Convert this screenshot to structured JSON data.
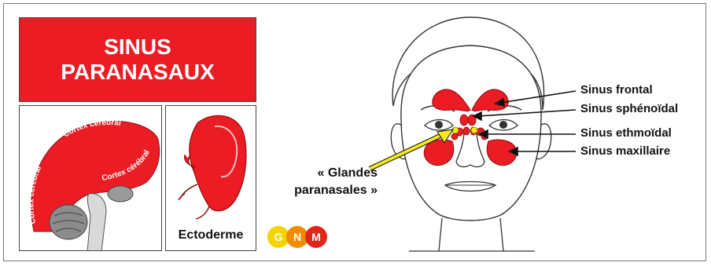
{
  "title": {
    "line1": "SINUS",
    "line2": "PARANASAUX"
  },
  "brain_panel": {
    "cortex_labels": [
      "Cortex cérébral",
      "Cortex cérébral",
      "Cortex cérébral"
    ]
  },
  "embryo_panel": {
    "label": "Ectoderme"
  },
  "face_labels": {
    "frontal": "Sinus frontal",
    "sphenoidal": "Sinus sphénoïdal",
    "ethmoidal": "Sinus ethmoïdal",
    "maxillary": "Sinus maxillaire"
  },
  "glandes": {
    "line1": "« Glandes",
    "line2": "paranasales »"
  },
  "logo": {
    "letters": [
      "G",
      "N",
      "M"
    ],
    "colors": [
      "#f2d400",
      "#f08a00",
      "#e0251b"
    ]
  },
  "colors": {
    "accent_red": "#ec1c24",
    "arrow_yellow": "#f5ea1a"
  }
}
